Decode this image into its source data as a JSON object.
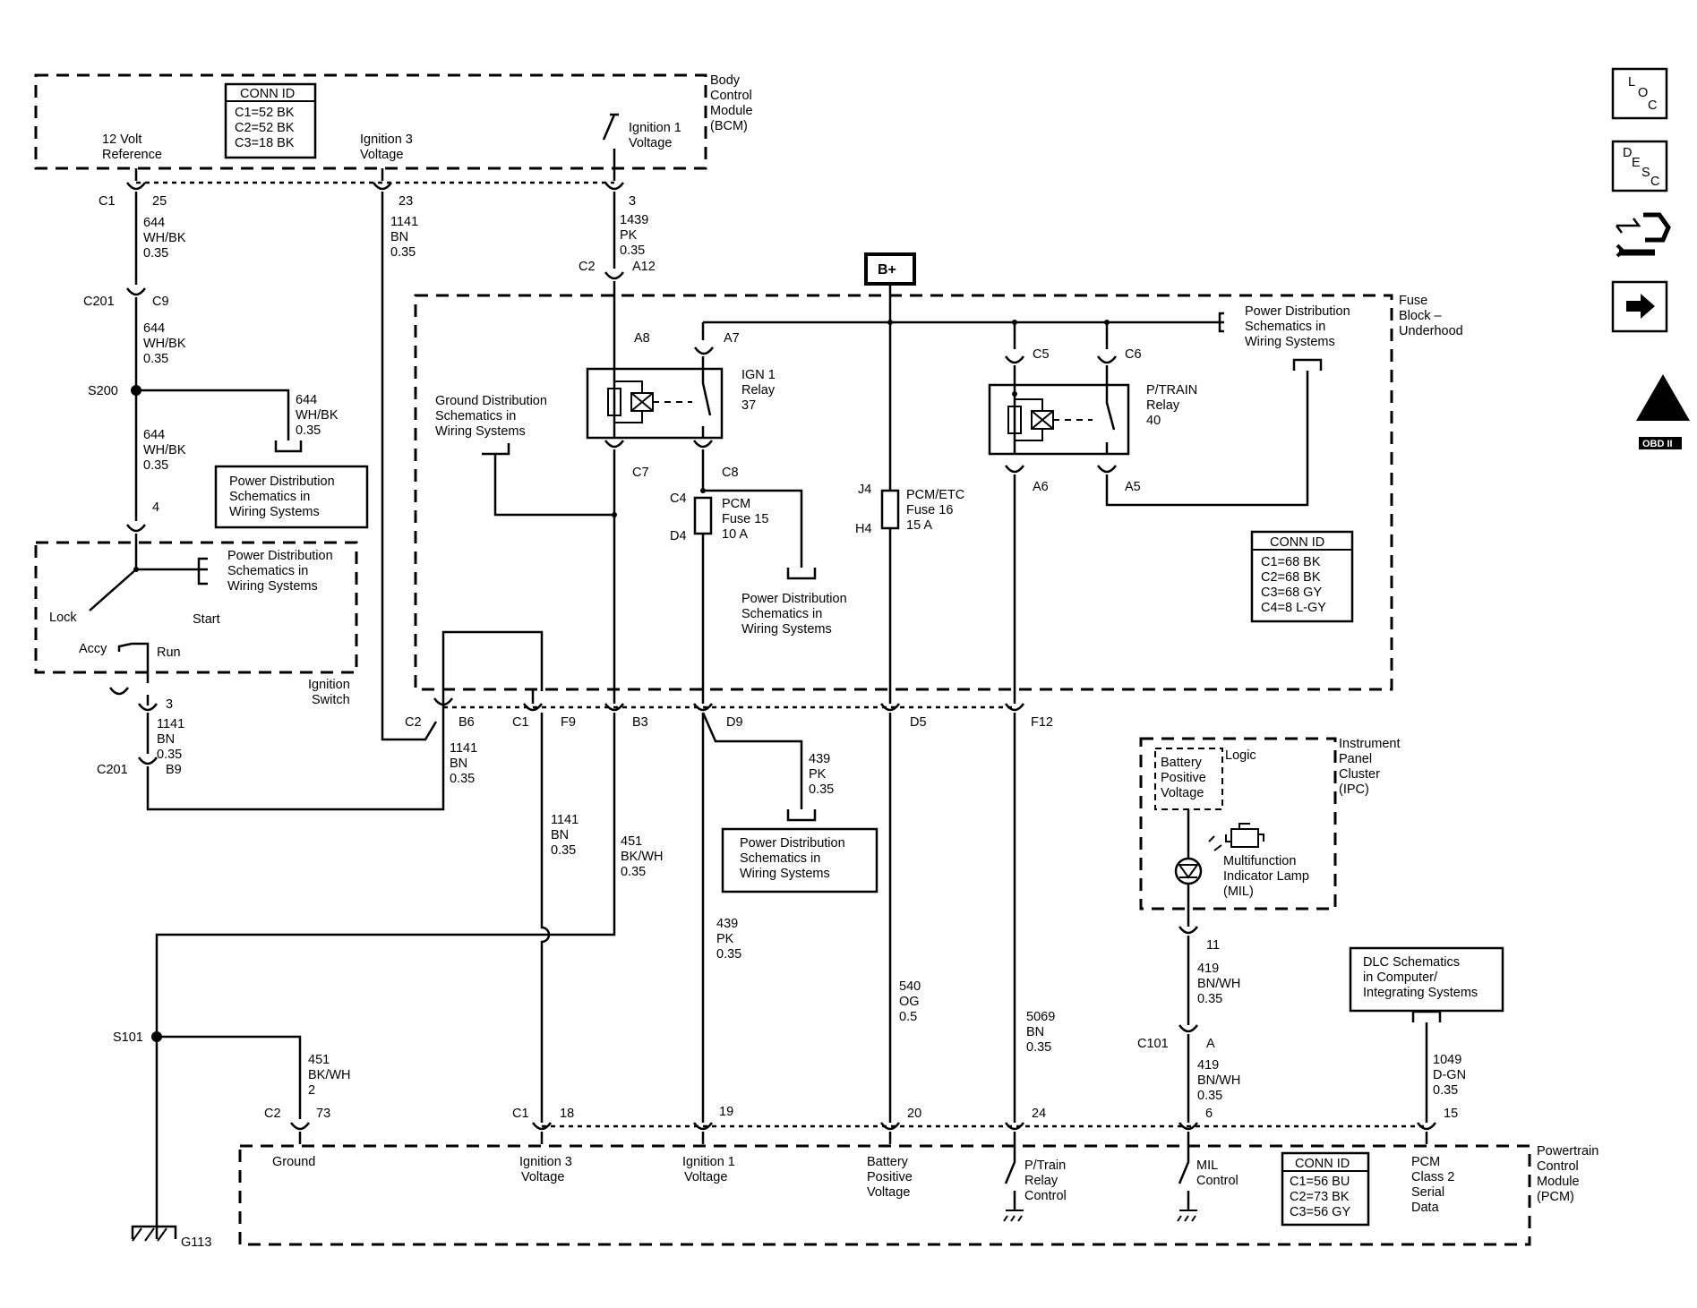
{
  "nav_icons": {
    "loc": [
      "L",
      "O",
      "C"
    ],
    "desc": [
      "D",
      "E",
      "S",
      "C"
    ],
    "obd": {
      "top": "II",
      "bottom": "OBD II"
    }
  },
  "bcm": {
    "name": [
      "Body",
      "Control",
      "Module",
      "(BCM)"
    ],
    "conn_title": "CONN ID",
    "conn": [
      "C1=52 BK",
      "C2=52 BK",
      "C3=18 BK"
    ],
    "ref12v": [
      "12 Volt",
      "Reference"
    ],
    "ign3": [
      "Ignition 3",
      "Voltage"
    ],
    "ign1": [
      "Ignition 1",
      "Voltage"
    ]
  },
  "wires": {
    "c1": "C1",
    "p25": "25",
    "w644a": [
      "644",
      "WH/BK",
      "0.35"
    ],
    "c201": "C201",
    "c9": "C9",
    "w644b": [
      "644",
      "WH/BK",
      "0.35"
    ],
    "s200": "S200",
    "w644c": [
      "644",
      "WH/BK",
      "0.35"
    ],
    "w644d": [
      "644",
      "WH/BK",
      "0.35"
    ],
    "p4": "4",
    "p23": "23",
    "w1141a": [
      "1141",
      "BN",
      "0.35"
    ],
    "p3": "3",
    "w1439": [
      "1439",
      "PK",
      "0.35"
    ],
    "c2a": "C2",
    "a12": "A12",
    "p3b": "3",
    "w1141b": [
      "1141",
      "BN",
      "0.35"
    ],
    "c201b": "C201",
    "b9": "B9",
    "c2b": "C2",
    "b6": "B6",
    "w1141c": [
      "1141",
      "BN",
      "0.35"
    ],
    "c1b": "C1",
    "f9": "F9",
    "b3": "B3",
    "d9": "D9",
    "d5": "D5",
    "f12": "F12",
    "w1141d": [
      "1141",
      "BN",
      "0.35"
    ],
    "w451a": [
      "451",
      "BK/WH",
      "0.35"
    ],
    "w439a": [
      "439",
      "PK",
      "0.35"
    ],
    "w439b": [
      "439",
      "PK",
      "0.35"
    ],
    "w540": [
      "540",
      "OG",
      "0.5"
    ],
    "w5069": [
      "5069",
      "BN",
      "0.35"
    ],
    "s101": "S101",
    "w451b": [
      "451",
      "BK/WH",
      "2"
    ],
    "w419a": [
      "419",
      "BN/WH",
      "0.35"
    ],
    "p11": "11",
    "c101": "C101",
    "pA": "A",
    "w419b": [
      "419",
      "BN/WH",
      "0.35"
    ],
    "w1049": [
      "1049",
      "D-GN",
      "0.35"
    ]
  },
  "pd_text": [
    "Power Distribution",
    "Schematics in",
    "Wiring Systems"
  ],
  "ground_dist": [
    "Ground Distribution",
    "Schematics in",
    "Wiring Systems"
  ],
  "ign_switch": {
    "name": [
      "Ignition",
      "Switch"
    ],
    "lock": "Lock",
    "start": "Start",
    "accy": "Accy",
    "run": "Run"
  },
  "fuse_block": {
    "name": [
      "Fuse",
      "Block –",
      "Underhood"
    ],
    "bplus": "B+",
    "a8": "A8",
    "a7": "A7",
    "c7": "C7",
    "c8": "C8",
    "c5": "C5",
    "c6": "C6",
    "a6": "A6",
    "a5": "A5",
    "ign1_relay": [
      "IGN 1",
      "Relay",
      "37"
    ],
    "ptrain_relay": [
      "P/TRAIN",
      "Relay",
      "40"
    ],
    "c4": "C4",
    "d4": "D4",
    "pcm_fuse": [
      "PCM",
      "Fuse 15",
      "10 A"
    ],
    "j4": "J4",
    "h4": "H4",
    "etc_fuse": [
      "PCM/ETC",
      "Fuse 16",
      "15 A"
    ],
    "conn_title": "CONN ID",
    "conn": [
      "C1=68 BK",
      "C2=68 BK",
      "C3=68 GY",
      "C4=8 L-GY"
    ]
  },
  "ipc": {
    "name": [
      "Instrument",
      "Panel",
      "Cluster",
      "(IPC)"
    ],
    "logic": "Logic",
    "bpv": [
      "Battery",
      "Positive",
      "Voltage"
    ],
    "mil": [
      "Multifunction",
      "Indicator Lamp",
      "(MIL)"
    ]
  },
  "dlc": [
    "DLC Schematics",
    "in Computer/",
    "Integrating Systems"
  ],
  "pcm": {
    "name": [
      "Powertrain",
      "Control",
      "Module",
      "(PCM)"
    ],
    "c2": "C2",
    "p73": "73",
    "c1": "C1",
    "p18": "18",
    "p19": "19",
    "p20": "20",
    "p24": "24",
    "p6": "6",
    "p15": "15",
    "ground": "Ground",
    "ign3": [
      "Ignition 3",
      "Voltage"
    ],
    "ign1": [
      "Ignition 1",
      "Voltage"
    ],
    "bpv": [
      "Battery",
      "Positive",
      "Voltage"
    ],
    "ptrain": [
      "P/Train",
      "Relay",
      "Control"
    ],
    "mil": [
      "MIL",
      "Control"
    ],
    "class2": [
      "PCM",
      "Class 2",
      "Serial",
      "Data"
    ],
    "conn_title": "CONN ID",
    "conn": [
      "C1=56 BU",
      "C2=73 BK",
      "C3=56 GY"
    ],
    "g113": "G113"
  }
}
